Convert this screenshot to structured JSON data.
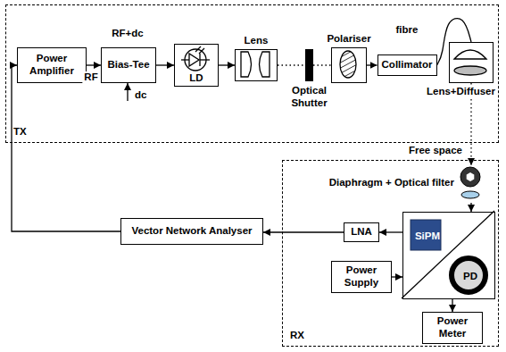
{
  "diagram": {
    "nodes": [
      {
        "text": [
          "TX"
        ]
      },
      {
        "text": [
          "Power Amplifier"
        ],
        "in": 0
      },
      {
        "text": [
          "Bias-Tee"
        ],
        "in": 0
      },
      {
        "text": [
          "LD"
        ],
        "in": 0
      },
      {
        "text": [
          "Lens"
        ],
        "in": 0
      },
      {
        "text": [
          "Optical Shutter"
        ],
        "in": 0
      },
      {
        "text": [
          "Polariser"
        ],
        "in": 0
      },
      {
        "text": [
          "Collimator"
        ],
        "in": 0
      },
      {
        "text": [
          "Lens+Diffuser"
        ],
        "in": 0
      },
      {
        "text": [
          "RX"
        ]
      },
      {
        "text": [
          "Diaphragm + Optical filter"
        ],
        "in": 9
      },
      {
        "text": [
          "SiPM",
          "PD"
        ],
        "in": 9
      },
      {
        "text": [
          "LNA"
        ],
        "in": 9
      },
      {
        "text": [
          "Power Supply"
        ],
        "in": 9
      },
      {
        "text": [
          "Power Meter"
        ],
        "in": 9
      },
      {
        "text": [
          "Vector Network Analyser"
        ]
      }
    ],
    "edges": [
      {
        "from": 1,
        "to": 2,
        "label": "RF",
        "arrow": "to"
      },
      {
        "from": 2,
        "to": 3,
        "label": "RF+dc",
        "arrow": "to"
      },
      {
        "from": 3,
        "to": 4,
        "arrow": "to"
      },
      {
        "from": 4,
        "to": 5,
        "arrow": "none"
      },
      {
        "from": 5,
        "to": 6,
        "arrow": "none"
      },
      {
        "from": 6,
        "to": 7,
        "arrow": "to"
      },
      {
        "from": 7,
        "to": 8,
        "label": "fibre",
        "arrow": "none"
      },
      {
        "from": 8,
        "to": 10,
        "label": "Free space",
        "arrow": "to"
      },
      {
        "from": 10,
        "to": 11,
        "arrow": "to"
      },
      {
        "from": 11,
        "to": 12,
        "arrow": "to"
      },
      {
        "from": 12,
        "to": 15,
        "arrow": "to"
      },
      {
        "from": 15,
        "to": 1,
        "arrow": "to"
      },
      {
        "from": 13,
        "to": 11,
        "arrow": "to"
      },
      {
        "from": 11,
        "to": 14,
        "arrow": "to"
      }
    ],
    "labels": [
      "dc"
    ]
  }
}
